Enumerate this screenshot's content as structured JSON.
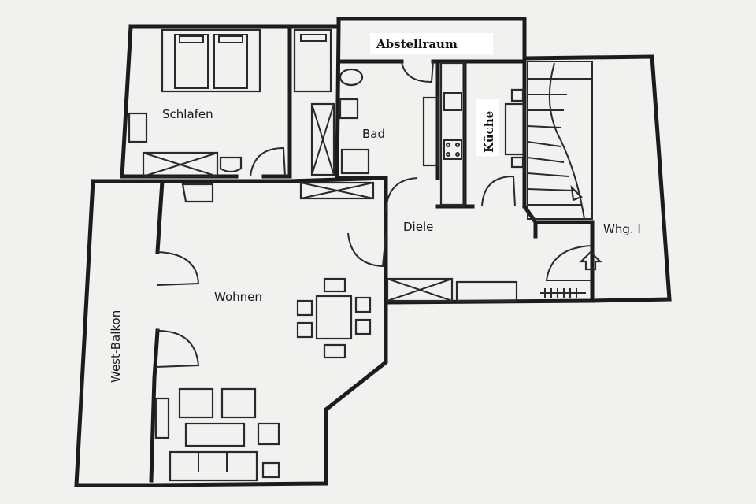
{
  "plan": {
    "rooms": {
      "schlafen": "Schlafen",
      "abstellraum": "Abstellraum",
      "bad": "Bad",
      "kueche": "Küche",
      "diele": "Diele",
      "wohnung": "Whg. I",
      "wohnen": "Wohnen",
      "balkon": "West-Balkon"
    },
    "colors": {
      "paper": "#f1f1ef",
      "ink": "#1c1c1c"
    }
  }
}
